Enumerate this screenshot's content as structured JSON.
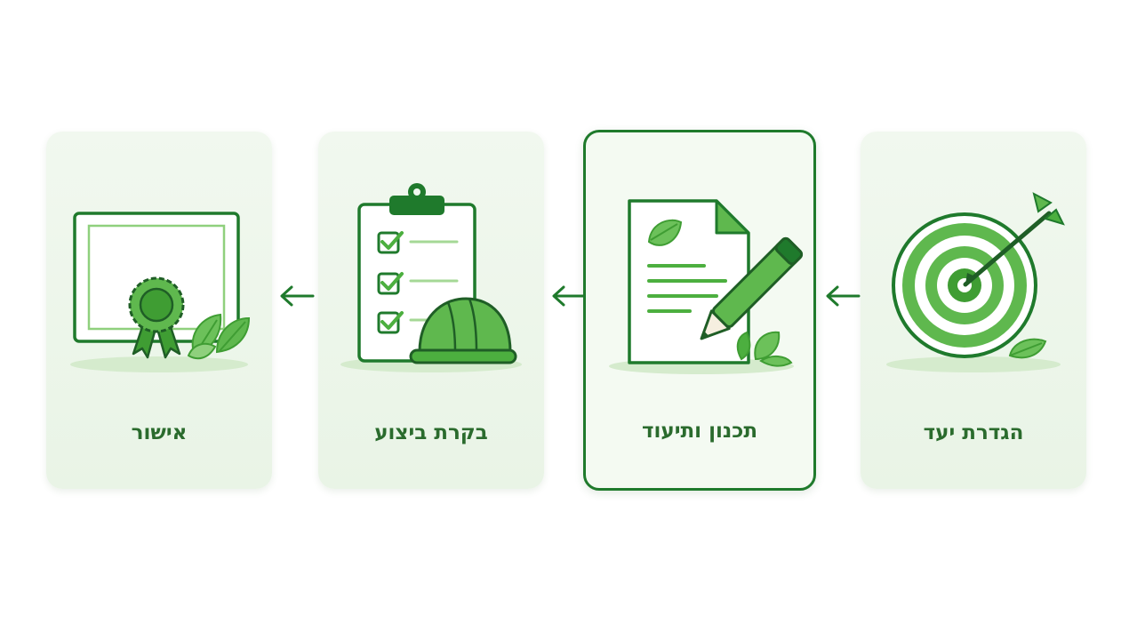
{
  "steps": [
    {
      "id": "goal",
      "label": "הגדרת יעד",
      "icon": "target-icon",
      "active": false
    },
    {
      "id": "planning",
      "label": "תכנון ותיעוד",
      "icon": "document-pencil-icon",
      "active": true
    },
    {
      "id": "inspection",
      "label": "בקרת ביצוע",
      "icon": "clipboard-helmet-icon",
      "active": false
    },
    {
      "id": "approval",
      "label": "אישור",
      "icon": "certificate-icon",
      "active": false
    }
  ],
  "colors": {
    "primary": "#1f7a2c",
    "accent": "#4caf3f",
    "light": "#8fd07d",
    "card_bg": "#eef7ec",
    "label": "#2a6b2d"
  }
}
